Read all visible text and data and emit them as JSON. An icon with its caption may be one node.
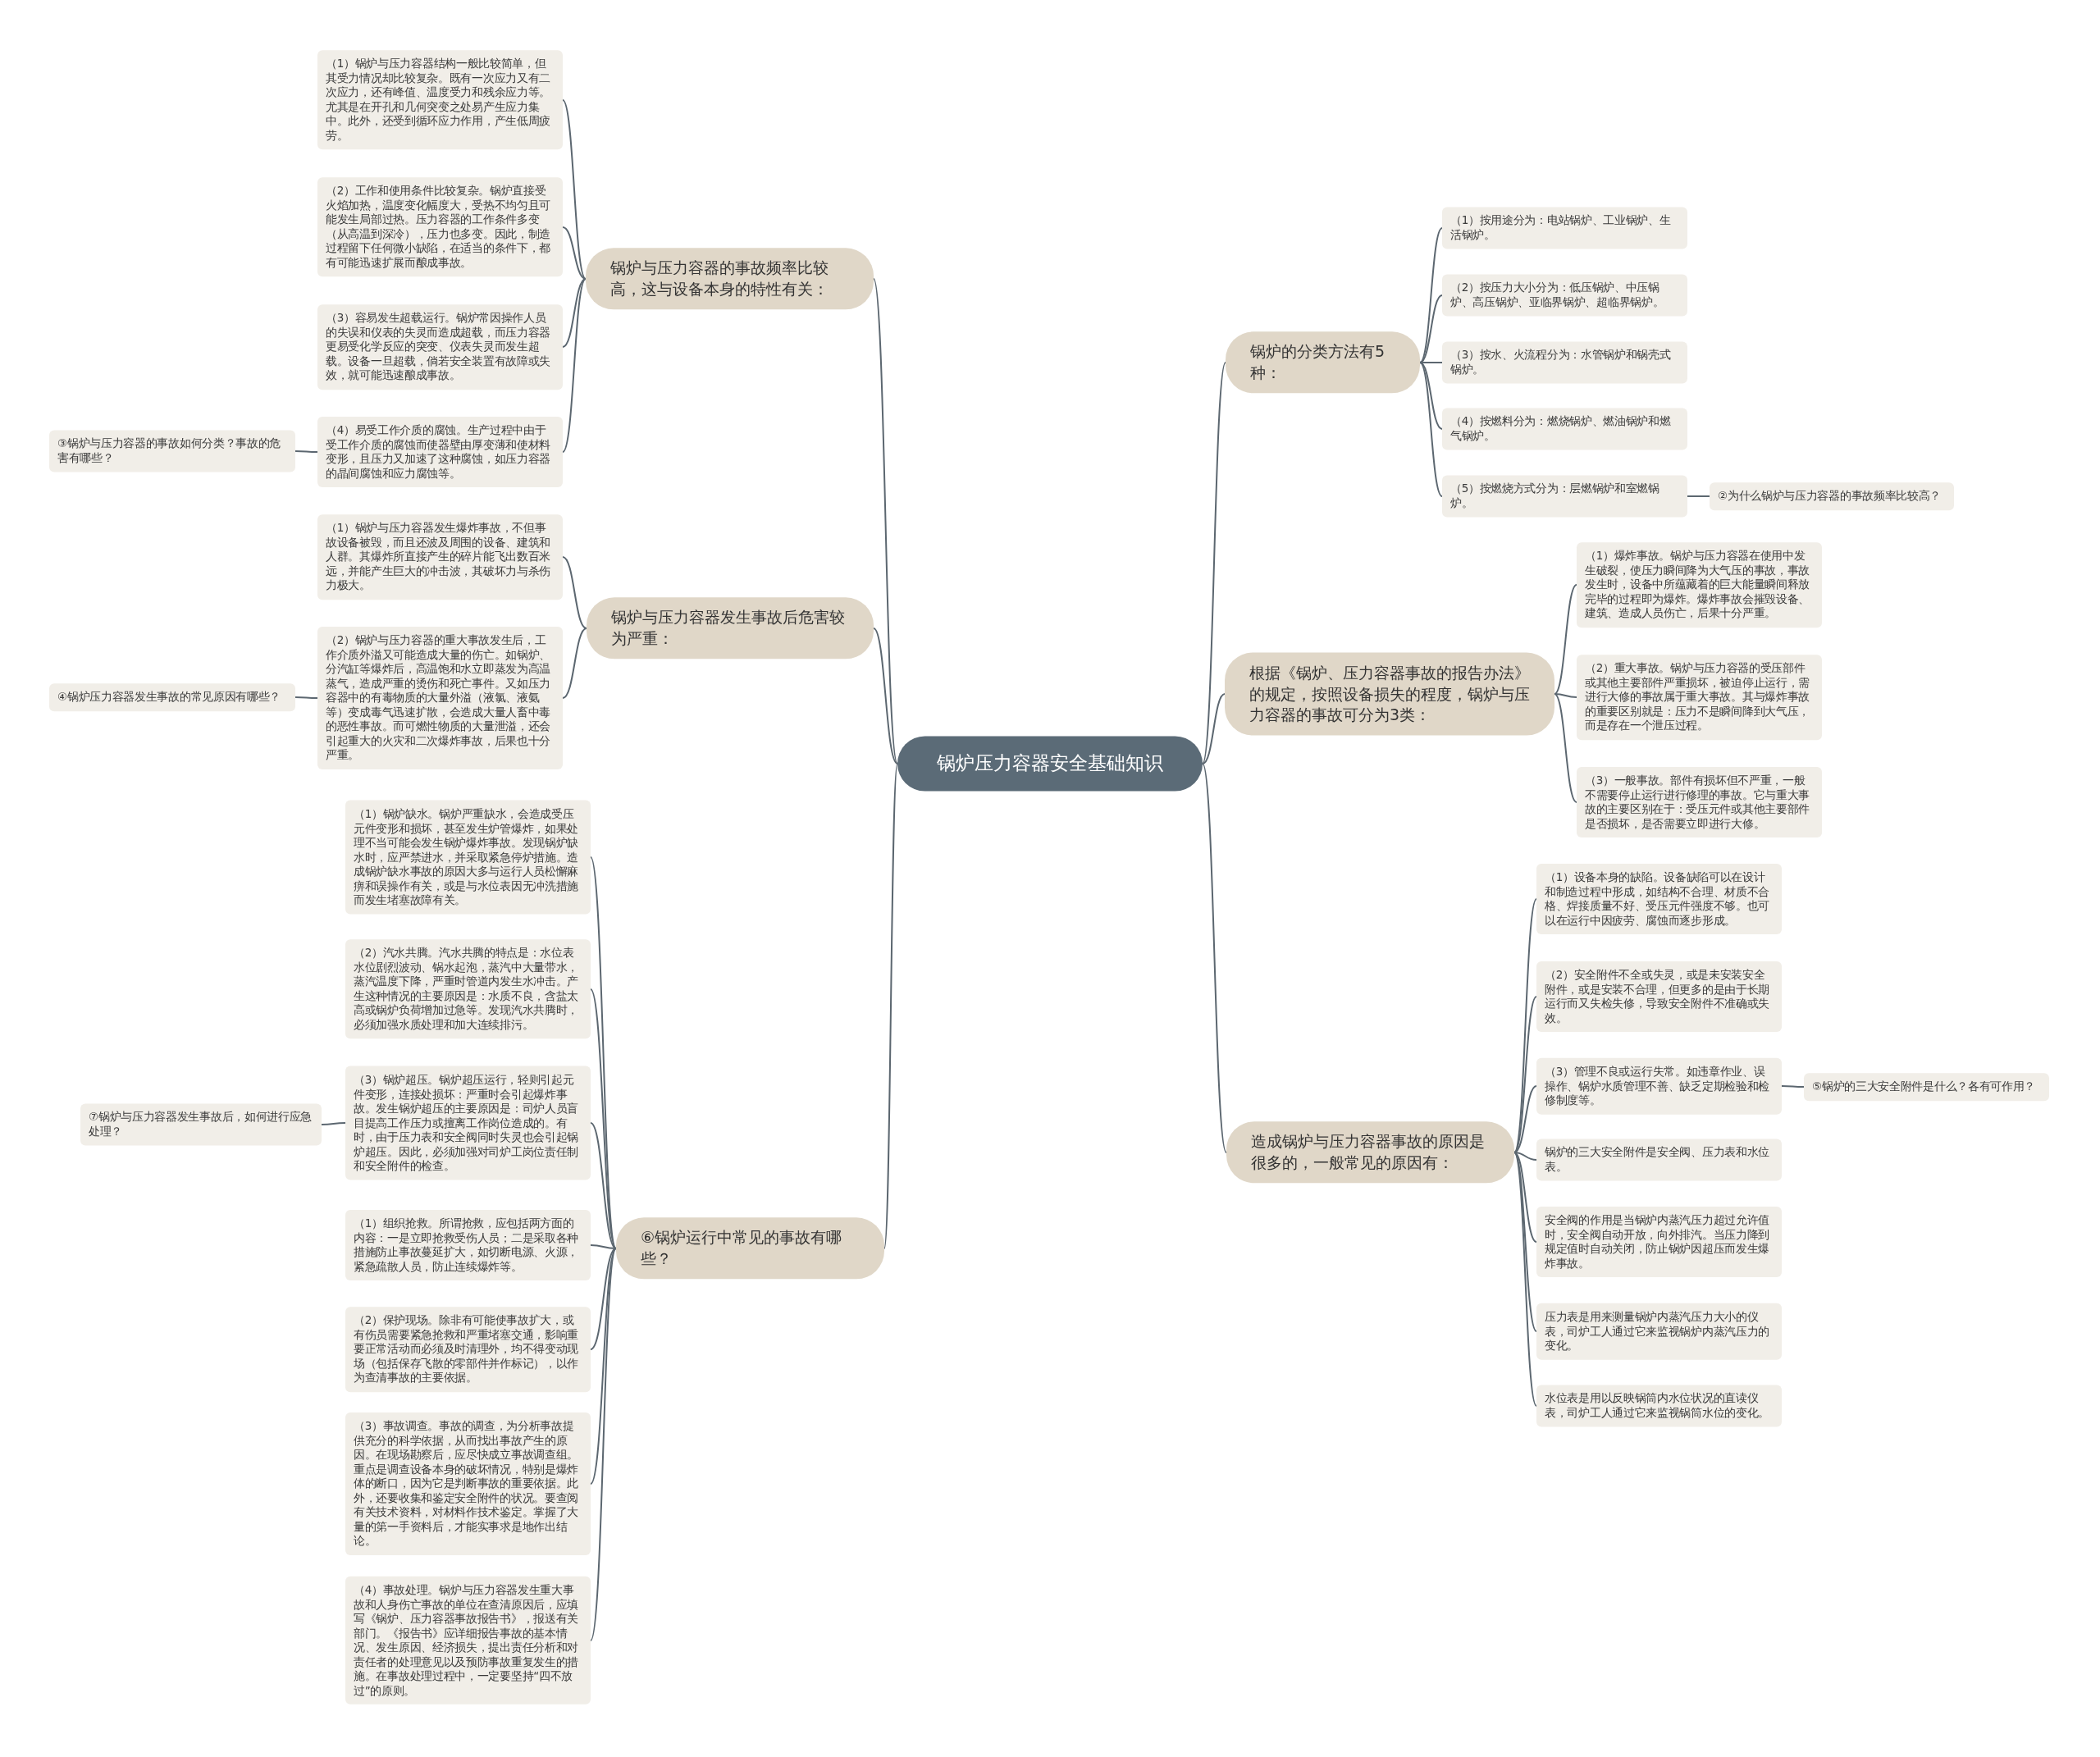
{
  "diagram": {
    "nodes": [
      {
        "text": [
          "锅炉压力容器安全基础知识"
        ]
      },
      {
        "text": [
          "锅炉与压力容器的事故频率比较高，这与设备本身的特性有关："
        ]
      },
      {
        "text": [
          "（1）锅炉与压力容器结构一般比较简单，但其受力情况却比较复杂。既有一次应力又有二次应力，还有峰值、温度受力和残余应力等。尤其是在开孔和几何突变之处易产生应力集中。此外，还受到循环应力作用，产生低周疲劳。"
        ]
      },
      {
        "text": [
          "（2）工作和使用条件比较复杂。锅炉直接受火焰加热，温度变化幅度大，受热不均匀且可能发生局部过热。压力容器的工作条件多变（从高温到深冷），压力也多变。因此，制造过程留下任何微小缺陷，在适当的条件下，都有可能迅速扩展而酿成事故。"
        ]
      },
      {
        "text": [
          "（3）容易发生超载运行。锅炉常因操作人员的失误和仪表的失灵而造成超载，而压力容器更易受化学反应的突变、仪表失灵而发生超载。设备一旦超载，倘若安全装置有故障或失效，就可能迅速酿成事故。"
        ]
      },
      {
        "text": [
          "（4）易受工作介质的腐蚀。生产过程中由于受工作介质的腐蚀而使器壁由厚变薄和使材料变形，且压力又加速了这种腐蚀，如压力容器的晶间腐蚀和应力腐蚀等。"
        ]
      },
      {
        "text": [
          "③锅炉与压力容器的事故如何分类？事故的危害有哪些？"
        ]
      },
      {
        "text": [
          "锅炉与压力容器发生事故后危害较为严重："
        ]
      },
      {
        "text": [
          "（1）锅炉与压力容器发生爆炸事故，不但事故设备被毁，而且还波及周围的设备、建筑和人群。其爆炸所直接产生的碎片能飞出数百米远，并能产生巨大的冲击波，其破坏力与杀伤力极大。"
        ]
      },
      {
        "text": [
          "（2）锅炉与压力容器的重大事故发生后，工作介质外溢又可能造成大量的伤亡。如锅炉、分汽缸等爆炸后，高温饱和水立即蒸发为高温蒸气，造成严重的烫伤和死亡事件。又如压力容器中的有毒物质的大量外溢（液氯、液氨等）变成毒气迅速扩散，会造成大量人畜中毒的恶性事故。而可燃性物质的大量泄溢，还会引起重大的火灾和二次爆炸事故，后果也十分严重。"
        ]
      },
      {
        "text": [
          "④锅炉压力容器发生事故的常见原因有哪些？"
        ]
      },
      {
        "text": [
          "⑥锅炉运行中常见的事故有哪些？"
        ]
      },
      {
        "text": [
          "（1）锅炉缺水。锅炉严重缺水，会造成受压元件变形和损坏，甚至发生炉管爆炸，如果处理不当可能会发生锅炉爆炸事故。发现锅炉缺水时，应严禁进水，并采取紧急停炉措施。造成锅炉缺水事故的原因大多与运行人员松懈麻痹和误操作有关，或是与水位表因无冲洗措施而发生堵塞故障有关。"
        ]
      },
      {
        "text": [
          "（2）汽水共腾。汽水共腾的特点是：水位表水位剧烈波动、锅水起泡，蒸汽中大量带水，蒸汽温度下降，严重时管道内发生水冲击。产生这种情况的主要原因是：水质不良，含盐太高或锅炉负荷增加过急等。发现汽水共腾时，必须加强水质处理和加大连续排污。"
        ]
      },
      {
        "text": [
          "（3）锅炉超压。锅炉超压运行，轻则引起元件变形，连接处损坏：严重时会引起爆炸事故。发生锅炉超压的主要原因是：司炉人员盲目提高工作压力或擅离工作岗位造成的。有时，由于压力表和安全阀同时失灵也会引起锅炉超压。因此，必须加强对司炉工岗位责任制和安全附件的检查。"
        ]
      },
      {
        "text": [
          "⑦锅炉与压力容器发生事故后，如何进行应急处理？"
        ]
      },
      {
        "text": [
          "（1）组织抢救。所谓抢救，应包括两方面的内容：一是立即抢救受伤人员；二是采取各种措施防止事故蔓延扩大，如切断电源、火源，紧急疏散人员，防止连续爆炸等。"
        ]
      },
      {
        "text": [
          "（2）保护现场。除非有可能使事故扩大，或有伤员需要紧急抢救和严重堵塞交通，影响重要正常活动而必须及时清理外，均不得变动现场（包括保存飞散的零部件并作标记），以作为查清事故的主要依据。"
        ]
      },
      {
        "text": [
          "（3）事故调查。事故的调查，为分析事故提供充分的科学依据，从而找出事故产生的原因。在现场勘察后，应尽快成立事故调查组。重点是调查设备本身的破坏情况，特别是爆炸体的断口，因为它是判断事故的重要依据。此外，还要收集和鉴定安全附件的状况。要查阅有关技术资料，对材料作技术鉴定。掌握了大量的第一手资料后，才能实事求是地作出结论。"
        ]
      },
      {
        "text": [
          "（4）事故处理。锅炉与压力容器发生重大事故和人身伤亡事故的单位在查清原因后，应填写《锅炉、压力容器事故报告书》，报送有关部门。《报告书》应详细报告事故的基本情况、发生原因、经济损失，提出责任分析和对责任者的处理意见以及预防事故重复发生的措施。在事故处理过程中，一定要坚持“四不放过”的原则。"
        ]
      },
      {
        "text": [
          "锅炉的分类方法有5种："
        ]
      },
      {
        "text": [
          "（1）按用途分为：电站锅炉、工业锅炉、生活锅炉。"
        ]
      },
      {
        "text": [
          "（2）按压力大小分为：低压锅炉、中压锅炉、高压锅炉、亚临界锅炉、超临界锅炉。"
        ]
      },
      {
        "text": [
          "（3）按水、火流程分为：水管锅炉和锅壳式锅炉。"
        ]
      },
      {
        "text": [
          "（4）按燃料分为：燃烧锅炉、燃油锅炉和燃气锅炉。"
        ]
      },
      {
        "text": [
          "（5）按燃烧方式分为：层燃锅炉和室燃锅炉。"
        ]
      },
      {
        "text": [
          "②为什么锅炉与压力容器的事故频率比较高？"
        ]
      },
      {
        "text": [
          "根据《锅炉、压力容器事故的报告办法》的规定，按照设备损失的程度，锅炉与压力容器的事故可分为3类："
        ]
      },
      {
        "text": [
          "（1）爆炸事故。锅炉与压力容器在使用中发生破裂，使压力瞬间降为大气压的事故，事故发生时，设备中所蕴藏着的巨大能量瞬间释放完毕的过程即为爆炸。爆炸事故会摧毁设备、建筑、造成人员伤亡，后果十分严重。"
        ]
      },
      {
        "text": [
          "（2）重大事故。锅炉与压力容器的受压部件或其他主要部件严重损坏，被迫停止运行，需进行大修的事故属于重大事故。其与爆炸事故的重要区别就是：压力不是瞬间降到大气压，而是存在一个泄压过程。"
        ]
      },
      {
        "text": [
          "（3）一般事故。部件有损坏但不严重，一般不需要停止运行进行修理的事故。它与重大事故的主要区别在于：受压元件或其他主要部件是否损坏，是否需要立即进行大修。"
        ]
      },
      {
        "text": [
          "造成锅炉与压力容器事故的原因是很多的，一般常见的原因有："
        ]
      },
      {
        "text": [
          "（1）设备本身的缺陷。设备缺陷可以在设计和制造过程中形成，如结构不合理、材质不合格、焊接质量不好、受压元件强度不够。也可以在运行中因疲劳、腐蚀而逐步形成。"
        ]
      },
      {
        "text": [
          "（2）安全附件不全或失灵，或是未安装安全附件，或是安装不合理，但更多的是由于长期运行而又失检失修，导致安全附件不准确或失效。"
        ]
      },
      {
        "text": [
          "（3）管理不良或运行失常。如违章作业、误操作、锅炉水质管理不善、缺乏定期检验和检修制度等。"
        ]
      },
      {
        "text": [
          "锅炉的三大安全附件是安全阀、压力表和水位表。"
        ]
      },
      {
        "text": [
          "安全阀的作用是当锅炉内蒸汽压力超过允许值时，安全阀自动开放，向外排汽。当压力降到规定值时自动关闭，防止锅炉因超压而发生爆炸事故。"
        ]
      },
      {
        "text": [
          "压力表是用来测量锅炉内蒸汽压力大小的仪表，司炉工人通过它来监视锅炉内蒸汽压力的变化。"
        ]
      },
      {
        "text": [
          "水位表是用以反映锅筒内水位状况的直读仪表，司炉工人通过它来监视锅筒水位的变化。"
        ]
      },
      {
        "text": [
          "⑤锅炉的三大安全附件是什么？各有可作用？"
        ]
      }
    ],
    "edges": [
      {
        "from": 0,
        "to": 1,
        "arrow": "none"
      },
      {
        "from": 1,
        "to": 2,
        "arrow": "none"
      },
      {
        "from": 1,
        "to": 3,
        "arrow": "none"
      },
      {
        "from": 1,
        "to": 4,
        "arrow": "none"
      },
      {
        "from": 1,
        "to": 5,
        "arrow": "none"
      },
      {
        "from": 5,
        "to": 6,
        "arrow": "none"
      },
      {
        "from": 0,
        "to": 7,
        "arrow": "none"
      },
      {
        "from": 7,
        "to": 8,
        "arrow": "none"
      },
      {
        "from": 7,
        "to": 9,
        "arrow": "none"
      },
      {
        "from": 9,
        "to": 10,
        "arrow": "none"
      },
      {
        "from": 0,
        "to": 11,
        "arrow": "none"
      },
      {
        "from": 11,
        "to": 12,
        "arrow": "none"
      },
      {
        "from": 11,
        "to": 13,
        "arrow": "none"
      },
      {
        "from": 11,
        "to": 14,
        "arrow": "none"
      },
      {
        "from": 14,
        "to": 15,
        "arrow": "none"
      },
      {
        "from": 11,
        "to": 16,
        "arrow": "none"
      },
      {
        "from": 11,
        "to": 17,
        "arrow": "none"
      },
      {
        "from": 11,
        "to": 18,
        "arrow": "none"
      },
      {
        "from": 11,
        "to": 19,
        "arrow": "none"
      },
      {
        "from": 0,
        "to": 20,
        "arrow": "none"
      },
      {
        "from": 20,
        "to": 21,
        "arrow": "none"
      },
      {
        "from": 20,
        "to": 22,
        "arrow": "none"
      },
      {
        "from": 20,
        "to": 23,
        "arrow": "none"
      },
      {
        "from": 20,
        "to": 24,
        "arrow": "none"
      },
      {
        "from": 20,
        "to": 25,
        "arrow": "none"
      },
      {
        "from": 25,
        "to": 26,
        "arrow": "none"
      },
      {
        "from": 0,
        "to": 27,
        "arrow": "none"
      },
      {
        "from": 27,
        "to": 28,
        "arrow": "none"
      },
      {
        "from": 27,
        "to": 29,
        "arrow": "none"
      },
      {
        "from": 27,
        "to": 30,
        "arrow": "none"
      },
      {
        "from": 0,
        "to": 31,
        "arrow": "none"
      },
      {
        "from": 31,
        "to": 32,
        "arrow": "none"
      },
      {
        "from": 31,
        "to": 33,
        "arrow": "none"
      },
      {
        "from": 31,
        "to": 34,
        "arrow": "none"
      },
      {
        "from": 34,
        "to": 39,
        "arrow": "none"
      },
      {
        "from": 31,
        "to": 35,
        "arrow": "none"
      },
      {
        "from": 31,
        "to": 36,
        "arrow": "none"
      },
      {
        "from": 31,
        "to": 37,
        "arrow": "none"
      },
      {
        "from": 31,
        "to": 38,
        "arrow": "none"
      }
    ]
  }
}
